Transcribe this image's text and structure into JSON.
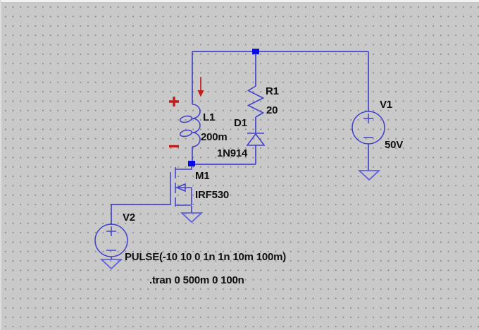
{
  "schematic": {
    "components": {
      "inductor": {
        "name": "L1",
        "value": "200m"
      },
      "resistor": {
        "name": "R1",
        "value": "20"
      },
      "diode": {
        "name": "D1",
        "value": "1N914"
      },
      "mosfet": {
        "name": "M1",
        "value": "IRF530"
      },
      "dc_supply": {
        "name": "V1",
        "value": "50V"
      },
      "pulse_source": {
        "name": "V2",
        "value": "PULSE(-10 10 0 1n 1n 10m 100m)"
      }
    },
    "directives": {
      "tran": ".tran 0 500m 0 100n"
    },
    "annotations": {
      "polarity_plus": "+",
      "polarity_minus": "−",
      "current_arrow_direction": "down"
    }
  },
  "colors": {
    "wire": "#4343cd",
    "node": "#0b0bea",
    "ground": "#5f5fe0",
    "annotation_red": "#c01d1d",
    "text": "#101010",
    "background": "#c9c9c9",
    "grid_dot": "#8a8a8a"
  }
}
